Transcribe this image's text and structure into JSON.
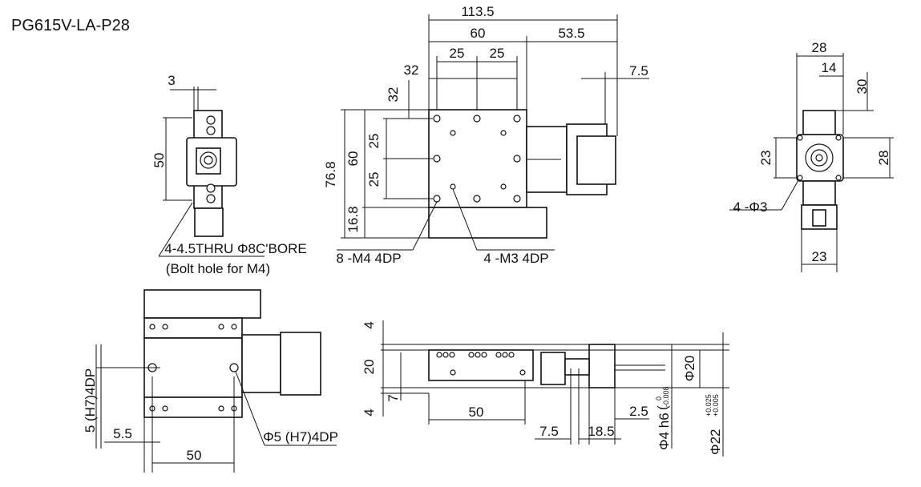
{
  "title": "PG615V-LA-P28",
  "top_view": {
    "dims": {
      "overall": "113.5",
      "d60": "60",
      "d53_5": "53.5",
      "d25a": "25",
      "d25b": "25",
      "d32h": "32",
      "d7_5": "7.5",
      "d32v": "32",
      "d76_8": "76.8",
      "d60v": "60",
      "d25va": "25",
      "d25vb": "25",
      "d16_8": "16.8"
    },
    "callout_m4": "8 -M4 4DP",
    "callout_m3": "4 -M3 4DP"
  },
  "left_view": {
    "d3": "3",
    "d50": "50",
    "callout_bore": "4-4.5THRU Φ8C'BORE",
    "callout_bolt": "(Bolt hole for M4)"
  },
  "right_view": {
    "d28": "28",
    "d14": "14",
    "d30": "30",
    "d23v": "23",
    "d28v": "28",
    "callout_holes": "4 -Φ3",
    "d23": "23"
  },
  "bottom_left_view": {
    "pin_left": "5 (H7)4DP",
    "d5_5": "5.5",
    "d50": "50",
    "pin_right": "Φ5 (H7)4DP"
  },
  "side_view": {
    "d4top": "4",
    "d20": "20",
    "d7": "7",
    "d4bot": "4",
    "d50": "50",
    "d7_5": "7.5",
    "d2_5": "2.5",
    "d18_5": "18.5",
    "shaft": "Φ4 h6",
    "shaft_tol_upper": "0",
    "shaft_tol_lower": "-0.008",
    "phi20": "Φ20",
    "phi22": "Φ22",
    "phi22_tol_upper": "+0.025",
    "phi22_tol_lower": "+0.005"
  }
}
